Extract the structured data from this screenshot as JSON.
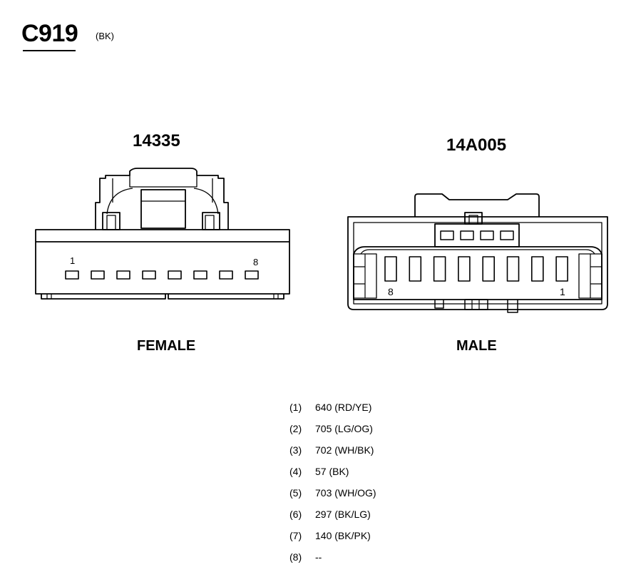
{
  "header": {
    "connector_id": "C919",
    "color_code": "(BK)"
  },
  "connectors": {
    "female": {
      "part_number": "14335",
      "gender_label": "FEMALE",
      "first_pin_label": "1",
      "last_pin_label": "8",
      "cavity_count": 8
    },
    "male": {
      "part_number": "14A005",
      "gender_label": "MALE",
      "first_pin_label": "1",
      "last_pin_label": "8",
      "cavity_count": 8
    }
  },
  "pinout": [
    {
      "pin": "(1)",
      "circuit": "640 (RD/YE)"
    },
    {
      "pin": "(2)",
      "circuit": "705 (LG/OG)"
    },
    {
      "pin": "(3)",
      "circuit": "702 (WH/BK)"
    },
    {
      "pin": "(4)",
      "circuit": "57 (BK)"
    },
    {
      "pin": "(5)",
      "circuit": "703 (WH/OG)"
    },
    {
      "pin": "(6)",
      "circuit": "297 (BK/LG)"
    },
    {
      "pin": "(7)",
      "circuit": "140 (BK/PK)"
    },
    {
      "pin": "(8)",
      "circuit": "--"
    }
  ]
}
